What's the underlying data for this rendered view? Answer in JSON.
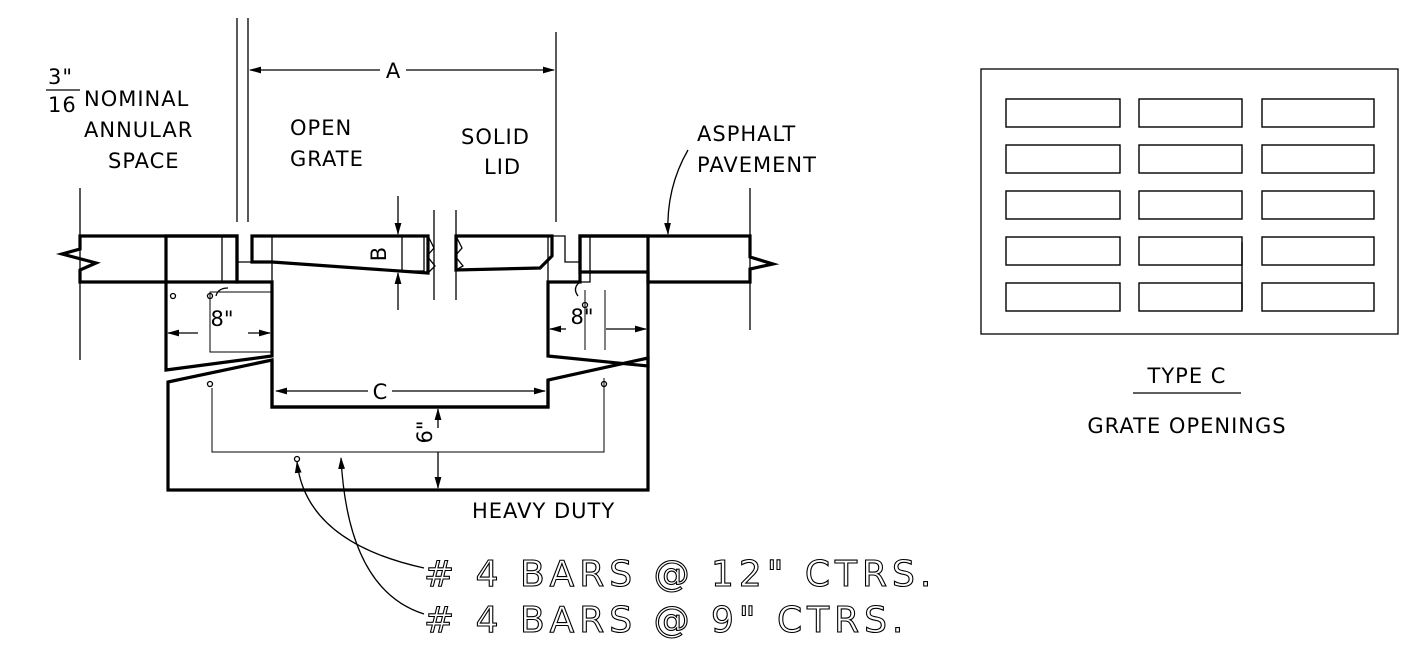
{
  "labels": {
    "fraction_numerator": "3\"",
    "fraction_denominator": "16",
    "nominal": "NOMINAL",
    "annular": "ANNULAR",
    "space": "SPACE",
    "open": "OPEN",
    "grate": "GRATE",
    "solid": "SOLID",
    "lid": "LID",
    "asphalt": "ASPHALT",
    "pavement": "PAVEMENT",
    "heavy_duty": "HEAVY DUTY",
    "bars_12": "# 4 BARS @ 12\" CTRS.",
    "bars_9": "# 4 BARS @ 9\" CTRS.",
    "type_c": "TYPE C",
    "grate_openings": "GRATE OPENINGS"
  },
  "dimensions": {
    "a": "A",
    "b": "B",
    "c": "C",
    "wall_left": "8\"",
    "wall_right": "8\"",
    "floor": "6\""
  },
  "grate_grid": {
    "rows": 5,
    "columns": 3
  }
}
